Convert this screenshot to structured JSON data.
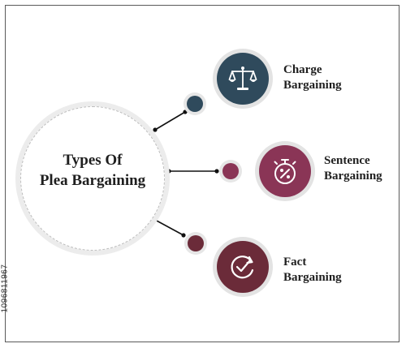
{
  "title": {
    "line1": "Types Of",
    "line2": "Plea Bargaining"
  },
  "items": [
    {
      "line1": "Charge",
      "line2": "Bargaining",
      "icon": "scales-icon",
      "color": "#2f4a5c"
    },
    {
      "line1": "Sentence",
      "line2": "Bargaining",
      "icon": "percent-stopwatch-icon",
      "color": "#8a3556"
    },
    {
      "line1": "Fact",
      "line2": "Bargaining",
      "icon": "check-cycle-icon",
      "color": "#6b2b39"
    }
  ],
  "side_id": "1096811967",
  "colors": {
    "ring": "#ececec",
    "connector": "#111111",
    "text": "#1f1f1f"
  }
}
